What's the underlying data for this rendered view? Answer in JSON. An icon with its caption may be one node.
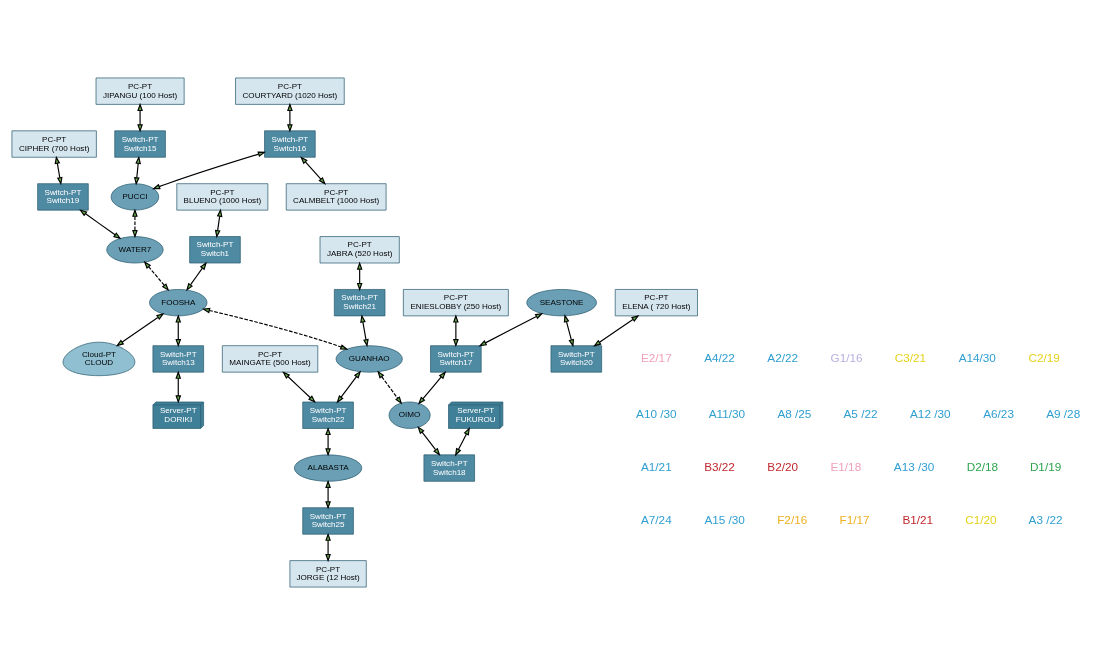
{
  "diagram": {
    "nodes": [
      {
        "text": [
          "PC-PT",
          "CIPHER (700 Host)"
        ]
      },
      {
        "text": [
          "Switch-PT",
          "Switch19"
        ]
      },
      {
        "text": [
          "PC-PT",
          "BLUENO (1000 Host)"
        ]
      },
      {
        "text": [
          "Switch-PT",
          "Switch1"
        ]
      },
      {
        "text": [
          "Cloud-PT",
          "CLOUD"
        ]
      },
      {
        "text": [
          "Switch-PT",
          "Switch15"
        ]
      },
      {
        "text": [
          "PUCCI"
        ]
      },
      {
        "text": [
          "WATER7"
        ]
      },
      {
        "text": [
          "FOOSHA"
        ]
      },
      {
        "text": [
          "Switch-PT",
          "Switch13"
        ]
      },
      {
        "text": [
          "Server-PT",
          "DORIKI"
        ]
      },
      {
        "text": [
          "PC-PT",
          "JORGE (12 Host)"
        ]
      },
      {
        "text": [
          "PC-PT",
          "JABRA (520 Host)"
        ]
      },
      {
        "text": [
          "PC-PT",
          "MAINGATE (500 Host)"
        ]
      },
      {
        "text": [
          "Switch-PT",
          "Switch16"
        ]
      },
      {
        "text": [
          "PC-PT",
          "CALMBELT (1000 Host)"
        ]
      },
      {
        "text": [
          "PC-PT",
          "JIPANGU (100 Host)"
        ]
      },
      {
        "text": [
          "Switch-PT",
          "Switch21"
        ]
      },
      {
        "text": [
          "GUANHAO"
        ]
      },
      {
        "text": [
          "Switch-PT",
          "Switch22"
        ]
      },
      {
        "text": [
          "ALABASTA"
        ]
      },
      {
        "text": [
          "Switch-PT",
          "Switch25"
        ]
      },
      {
        "text": [
          "PC-PT",
          "COURTYARD (1020 Host)"
        ]
      },
      {
        "text": [
          "PC-PT",
          "ENIESLOBBY (250 Host)"
        ]
      },
      {
        "text": [
          "Switch-PT",
          "Switch17"
        ]
      },
      {
        "text": [
          "OIMO"
        ]
      },
      {
        "text": [
          "Switch-PT",
          "Switch18"
        ]
      },
      {
        "text": [
          "SEASTONE"
        ]
      },
      {
        "text": [
          "Switch-PT",
          "Switch20"
        ]
      },
      {
        "text": [
          "Server-PT",
          "FUKUROU"
        ]
      },
      {
        "text": [
          "PC-PT",
          "ELENA ( 720 Host)"
        ]
      }
    ],
    "edges": [
      {
        "from": 0,
        "to": 1,
        "arrow": "both"
      },
      {
        "from": 1,
        "to": 7,
        "arrow": "both"
      },
      {
        "from": 2,
        "to": 3,
        "arrow": "both"
      },
      {
        "from": 3,
        "to": 8,
        "arrow": "both"
      },
      {
        "from": 8,
        "to": 4,
        "arrow": "both"
      },
      {
        "from": 5,
        "to": 6,
        "arrow": "both"
      },
      {
        "from": 6,
        "to": 7,
        "arrow": "both",
        "style": "dashed"
      },
      {
        "from": 7,
        "to": 8,
        "arrow": "both",
        "style": "dashed"
      },
      {
        "from": 8,
        "to": 9,
        "arrow": "both"
      },
      {
        "from": 9,
        "to": 10,
        "arrow": "both"
      },
      {
        "from": 16,
        "to": 5,
        "arrow": "both"
      },
      {
        "from": 14,
        "to": 6,
        "arrow": "both"
      },
      {
        "from": 14,
        "to": 15,
        "arrow": "both"
      },
      {
        "from": 22,
        "to": 14,
        "arrow": "both"
      },
      {
        "from": 12,
        "to": 17,
        "arrow": "both"
      },
      {
        "from": 17,
        "to": 18,
        "arrow": "both"
      },
      {
        "from": 8,
        "to": 18,
        "arrow": "both",
        "style": "dashed"
      },
      {
        "from": 18,
        "to": 19,
        "arrow": "both"
      },
      {
        "from": 13,
        "to": 19,
        "arrow": "both"
      },
      {
        "from": 19,
        "to": 20,
        "arrow": "both"
      },
      {
        "from": 20,
        "to": 21,
        "arrow": "both"
      },
      {
        "from": 21,
        "to": 11,
        "arrow": "both"
      },
      {
        "from": 18,
        "to": 25,
        "arrow": "both",
        "style": "dashed"
      },
      {
        "from": 23,
        "to": 24,
        "arrow": "both"
      },
      {
        "from": 24,
        "to": 25,
        "arrow": "both"
      },
      {
        "from": 25,
        "to": 26,
        "arrow": "both"
      },
      {
        "from": 29,
        "to": 26,
        "arrow": "both"
      },
      {
        "from": 27,
        "to": 24,
        "arrow": "both"
      },
      {
        "from": 27,
        "to": 28,
        "arrow": "both"
      },
      {
        "from": 30,
        "to": 28,
        "arrow": "both"
      }
    ],
    "labels": [
      "E2/17",
      "A4/22",
      "A2/22",
      "G1/16",
      "C3/21",
      "A14/30",
      "C2/19",
      "A10 /30",
      "A11/30",
      "A8 /25",
      "A5 /22",
      "A12 /30",
      "A6/23",
      "A9 /28",
      "A1/21",
      "B3/22",
      "B2/20",
      "E1/18",
      "A13 /30",
      "D2/18",
      "D1/19",
      "A7/24",
      "A15 /30",
      "F2/16",
      "F1/17",
      "B1/21",
      "C1/20",
      "A3 /22"
    ]
  }
}
